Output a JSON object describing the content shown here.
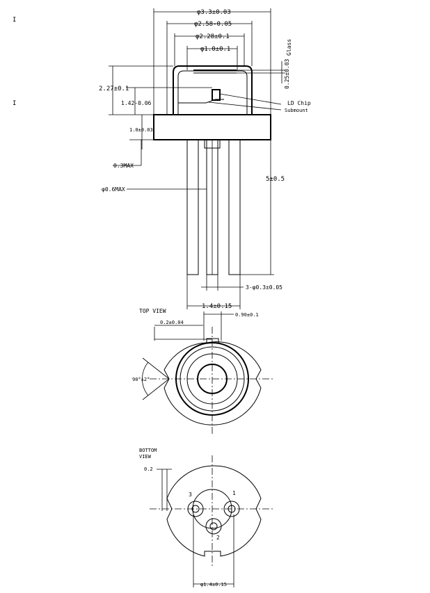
{
  "side_view": {
    "dim_cap_outer": "φ3.3±0.03",
    "dim_cap_window": "φ2.58-0.05",
    "dim_window_inner": "φ2.28±0.1",
    "dim_glass": "φ1.0±0.1",
    "dim_glass_thickness": "0.25±0.03",
    "label_glass": "Glass",
    "dim_cap_height": "2.27±0.1",
    "dim_chip_height": "1.42-0.06",
    "dim_base_thickness": "1.0±0.03",
    "dim_base_max": "0.3MAX",
    "dim_lead_max": "φ0.6MAX",
    "dim_lead_length": "5±0.5",
    "dim_leads": "3-φ0.3±0.05",
    "dim_pin_circle_top": "1.4±0.15",
    "label_ld_chip": "LD Chip",
    "label_submount": "Submount"
  },
  "top_view": {
    "title": "TOP VIEW",
    "dim_notch_width": "0.2±0.04",
    "dim_notch_depth": "0.90±0.1",
    "dim_angle": "90°±2°"
  },
  "bottom_view": {
    "title_line1": "BOTTOM",
    "title_line2": "VIEW",
    "dim_notch": "0.2",
    "pin_1": "1",
    "pin_2": "2",
    "pin_3": "3",
    "dim_pin_circle": "φ1.4±0.15"
  },
  "margin_marks": [
    "I",
    "I"
  ]
}
